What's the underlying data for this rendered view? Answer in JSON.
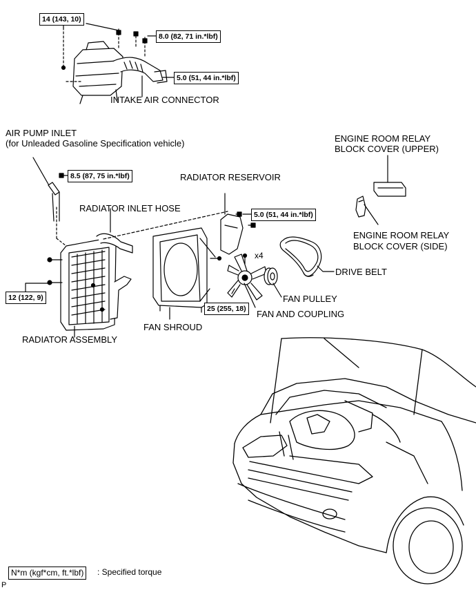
{
  "labels": {
    "intake_air_connector": "INTAKE AIR CONNECTOR",
    "air_pump_inlet_line1": "AIR PUMP INLET",
    "air_pump_inlet_line2": "(for Unleaded Gasoline Specification vehicle)",
    "relay_upper_line1": "ENGINE ROOM RELAY",
    "relay_upper_line2": "BLOCK COVER (UPPER)",
    "radiator_reservoir": "RADIATOR RESERVOIR",
    "radiator_inlet_hose": "RADIATOR INLET HOSE",
    "relay_side_line1": "ENGINE ROOM RELAY",
    "relay_side_line2": "BLOCK COVER (SIDE)",
    "count_x4": "x4",
    "drive_belt": "DRIVE BELT",
    "fan_pulley": "FAN PULLEY",
    "fan_and_coupling": "FAN AND COUPLING",
    "fan_shroud": "FAN SHROUD",
    "radiator_assembly": "RADIATOR ASSEMBLY"
  },
  "torque": {
    "t_14": "14 (143, 10)",
    "t_8_0": "8.0 (82, 71 in.*lbf)",
    "t_5_0_intake": "5.0 (51, 44 in.*lbf)",
    "t_8_5": "8.5 (87, 75 in.*lbf)",
    "t_5_0_reservoir": "5.0 (51, 44 in.*lbf)",
    "t_12": "12 (122, 9)",
    "t_25": "25 (255, 18)"
  },
  "legend": {
    "unit_box": "N*m (kgf*cm, ft.*lbf)",
    "description": ": Specified torque"
  },
  "corner_mark": "P"
}
